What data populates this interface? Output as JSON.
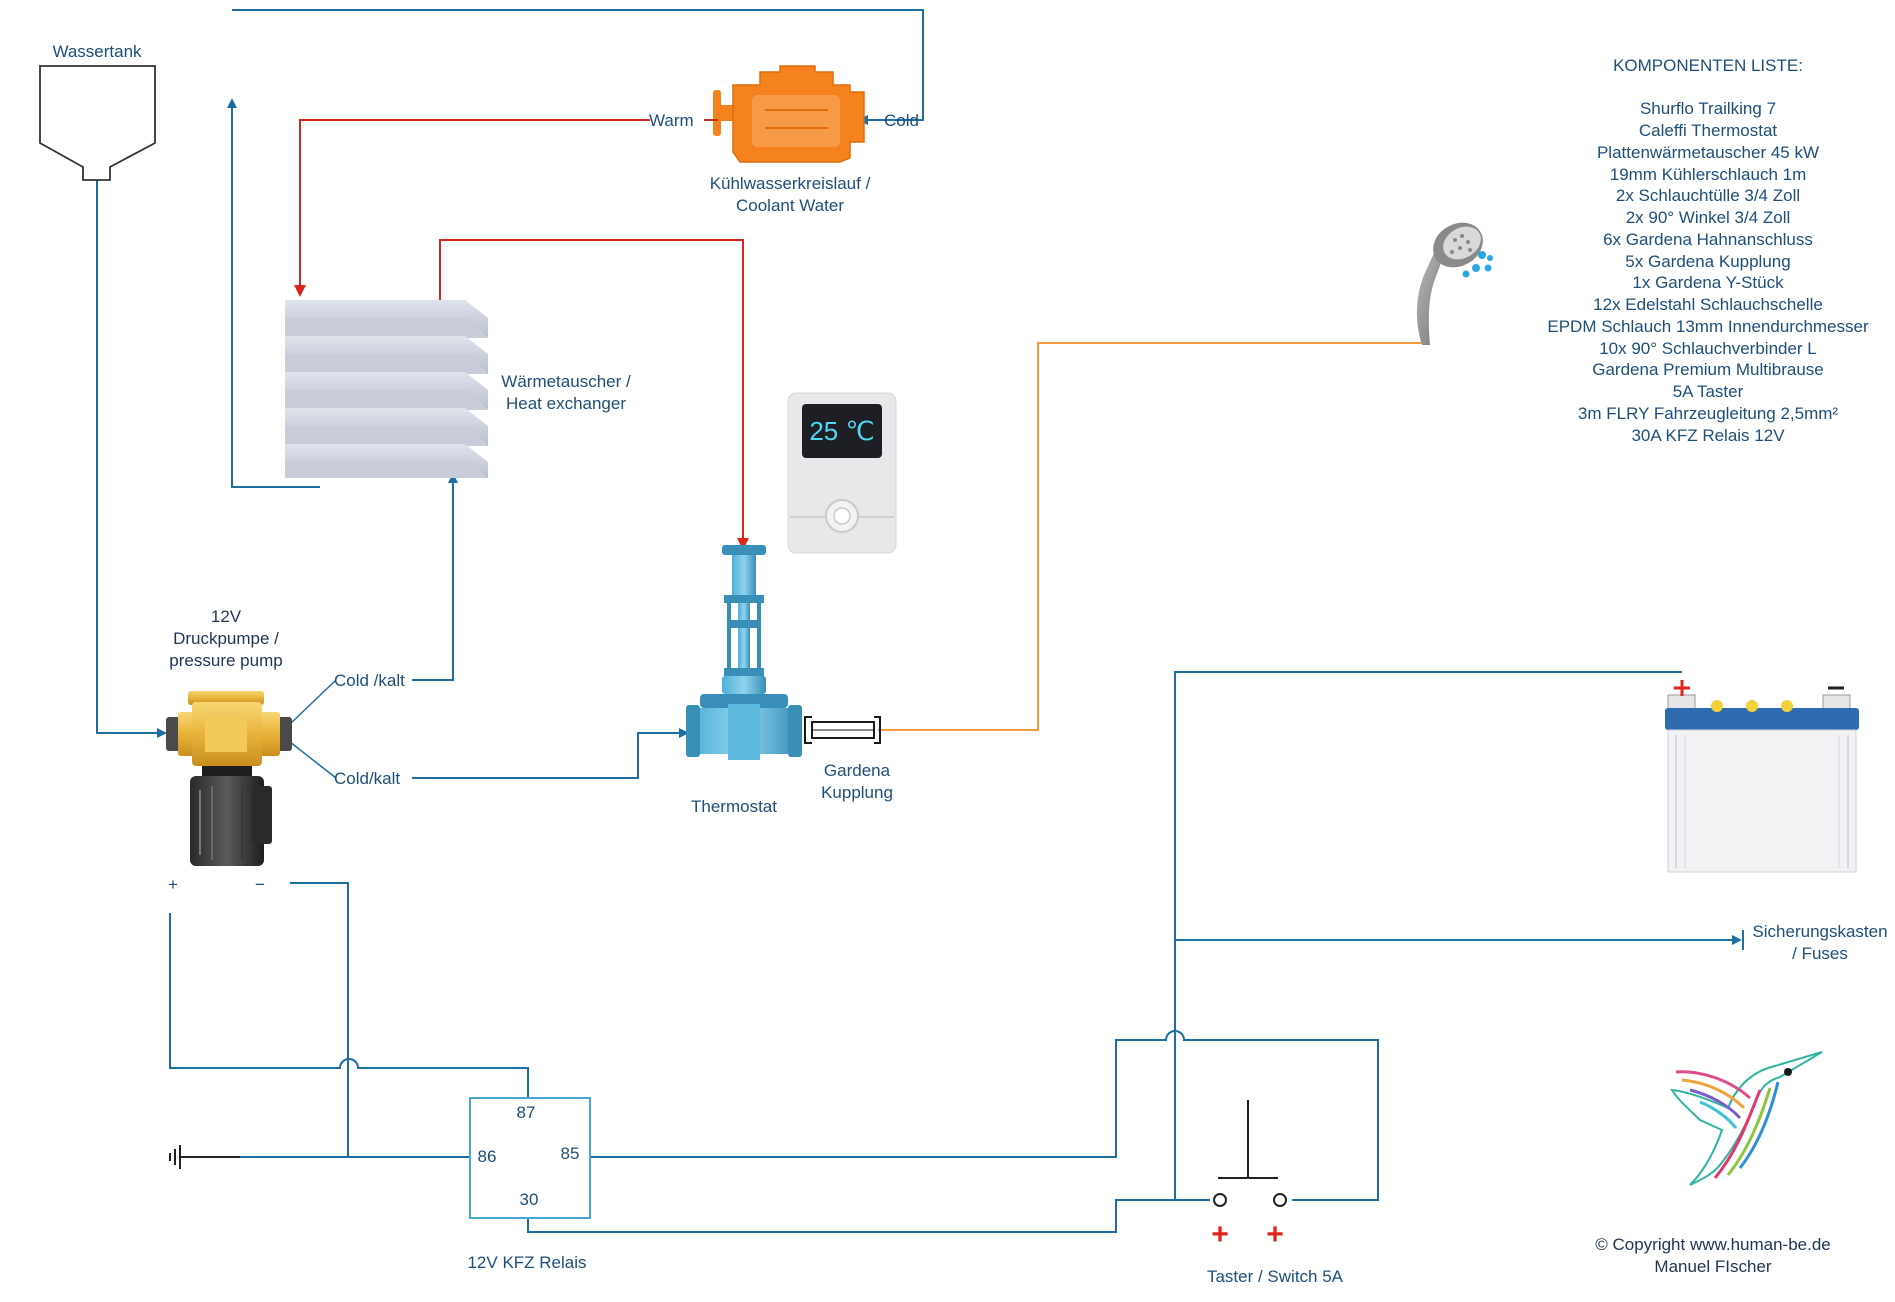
{
  "colors": {
    "wire_blue": "#1c6fa3",
    "coolant_red": "#d9261c",
    "hose_orange": "#f39a3c",
    "engine_orange": "#f5821f",
    "text_blue": "#1f4e79",
    "plus_red": "#e2231a"
  },
  "icons": [
    "water-tank-icon",
    "engine-icon",
    "heat-exchanger-icon",
    "thermostat-controller-icon",
    "thermostat-valve-icon",
    "pressure-pump-icon",
    "gardena-coupling-icon",
    "shower-head-icon",
    "battery-icon",
    "relay-box-icon",
    "push-switch-icon",
    "ground-symbol-icon",
    "hummingbird-logo-icon"
  ],
  "labels": {
    "water_tank": "Wassertank",
    "coolant_line1": "Kühlwasserkreislauf /",
    "coolant_line2": "Coolant Water",
    "warm": "Warm",
    "cold": "Cold",
    "hx_line1": "Wärmetauscher /",
    "hx_line2": "Heat exchanger",
    "pump_line1": "12V",
    "pump_line2": "Druckpumpe /",
    "pump_line3": "pressure pump",
    "cold_kalt_1": "Cold /kalt",
    "cold_kalt_2": "Cold/kalt",
    "thermostat": "Thermostat",
    "display_temp": "25 ℃",
    "gardena_line1": "Gardena",
    "gardena_line2": "Kupplung",
    "pump_plus": "+",
    "pump_minus": "−",
    "relay": "12V KFZ Relais",
    "relay_pin_87": "87",
    "relay_pin_86": "86",
    "relay_pin_85": "85",
    "relay_pin_30": "30",
    "fuses_line1": "Sicherungskasten",
    "fuses_line2": "/ Fuses",
    "switch": "Taster / Switch 5A",
    "switch_plus": "+",
    "copyright_line1": "© Copyright www.human-be.de",
    "copyright_line2": "Manuel FIscher"
  },
  "components": {
    "title": "KOMPONENTEN LISTE:",
    "items": [
      "Shurflo Trailking 7",
      "Caleffi Thermostat",
      "Plattenwärmetauscher 45 kW",
      "19mm Kühlerschlauch 1m",
      "2x Schlauchtülle 3/4 Zoll",
      "2x 90° Winkel 3/4 Zoll",
      "6x Gardena Hahnanschluss",
      "5x Gardena Kupplung",
      "1x Gardena Y-Stück",
      "12x Edelstahl Schlauchschelle",
      "EPDM Schlauch 13mm Innendurchmesser",
      "10x 90° Schlauchverbinder L",
      "Gardena Premium Multibrause",
      "5A Taster",
      "3m FLRY Fahrzeugleitung 2,5mm²",
      "30A KFZ Relais 12V"
    ]
  }
}
